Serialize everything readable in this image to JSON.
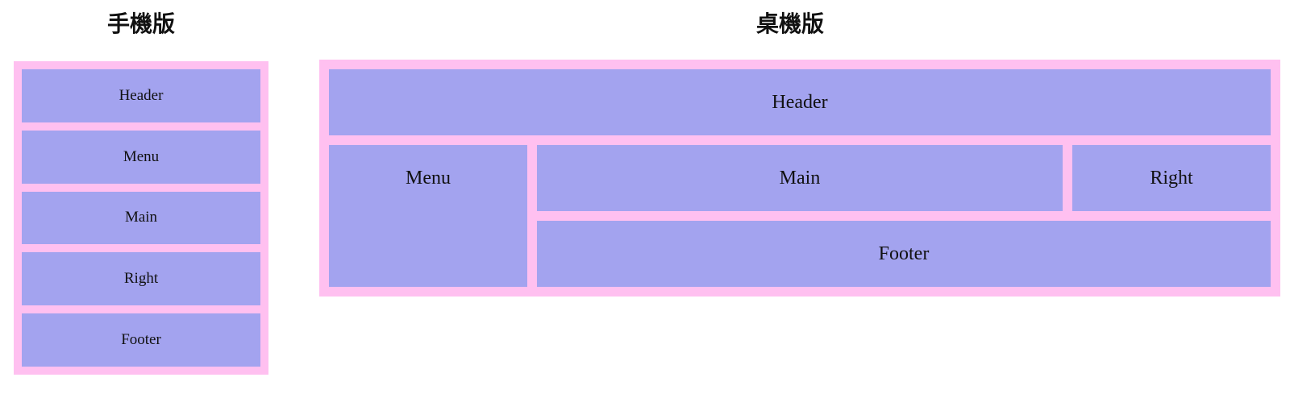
{
  "mobile": {
    "title": "手機版",
    "sections": {
      "header": "Header",
      "menu": "Menu",
      "main": "Main",
      "right": "Right",
      "footer": "Footer"
    }
  },
  "desktop": {
    "title": "桌機版",
    "sections": {
      "header": "Header",
      "menu": "Menu",
      "main": "Main",
      "right": "Right",
      "footer": "Footer"
    }
  },
  "colors": {
    "frame": "#ffc0f0",
    "cell": "#a3a3ef",
    "text": "#111111"
  }
}
